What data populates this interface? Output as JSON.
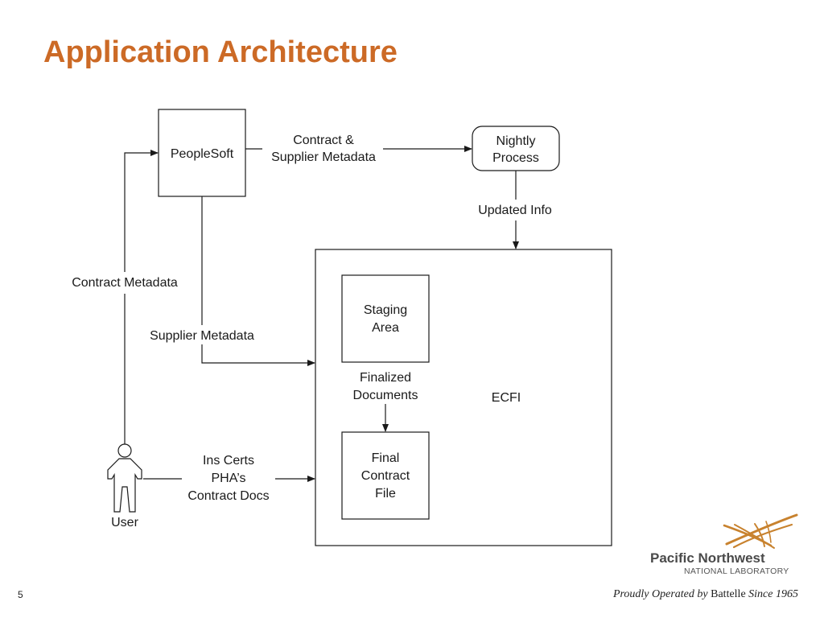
{
  "slide": {
    "title": "Application Architecture",
    "page_number": "5"
  },
  "diagram": {
    "nodes": {
      "peoplesoft": "PeopleSoft",
      "nightly_process": [
        "Nightly",
        "Process"
      ],
      "ecfi": "ECFI",
      "staging_area": [
        "Staging",
        "Area"
      ],
      "final_contract_file": [
        "Final",
        "Contract",
        "File"
      ],
      "user": "User"
    },
    "edges": {
      "contract_supplier_metadata": [
        "Contract &",
        "Supplier Metadata"
      ],
      "updated_info": "Updated Info",
      "contract_metadata": "Contract Metadata",
      "supplier_metadata": "Supplier Metadata",
      "finalized_documents": [
        "Finalized",
        "Documents"
      ],
      "user_docs": [
        "Ins Certs",
        "PHA’s",
        "Contract Docs"
      ]
    }
  },
  "footer": {
    "logo_line1": "Pacific Northwest",
    "logo_line2": "NATIONAL LABORATORY",
    "tagline_part1": "Proudly Operated by ",
    "tagline_brand": "Battelle",
    "tagline_part2": " Since 1965",
    "logo_color": "#c8822e"
  },
  "colors": {
    "title": "#cc6a26",
    "stroke": "#1a1a1a"
  }
}
